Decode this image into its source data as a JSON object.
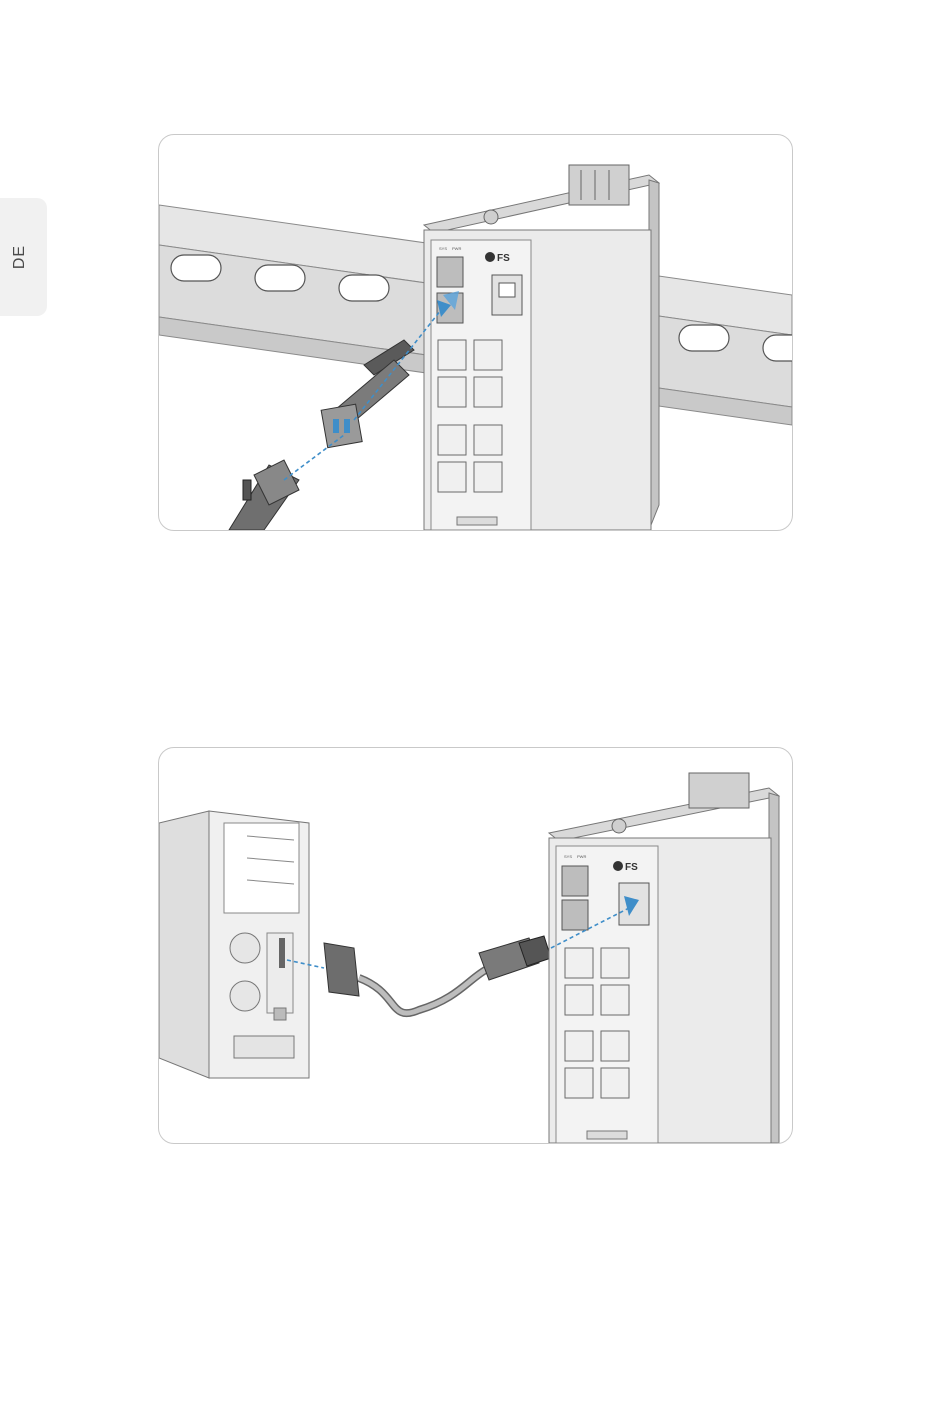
{
  "sidebar": {
    "language_tab": "DE"
  },
  "figure1": {
    "brand": "FS",
    "led_labels": [
      "SYS",
      "PWR"
    ]
  },
  "figure2": {
    "brand": "FS",
    "led_labels": [
      "SYS",
      "PWR"
    ]
  }
}
